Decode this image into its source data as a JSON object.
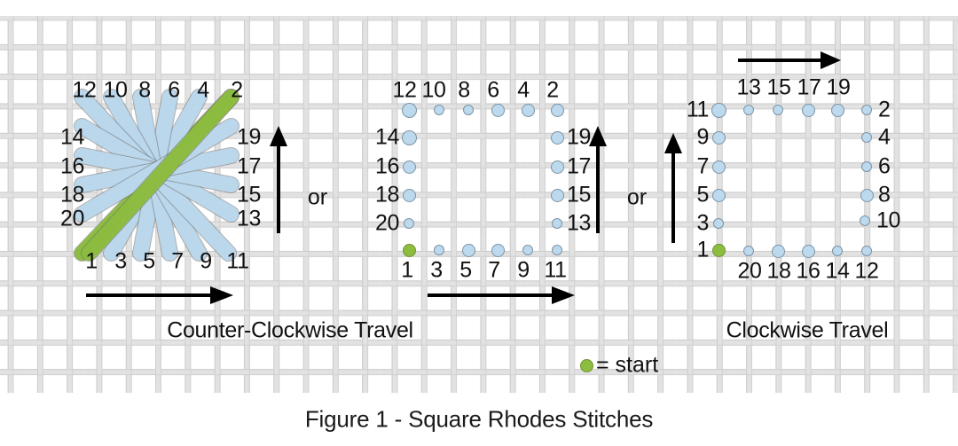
{
  "caption": "Figure 1 - Square Rhodes Stitches",
  "colors": {
    "stitch_blue": "#bcd9ee",
    "stitch_blue_outline": "#7d93a3",
    "start_green": "#8cbd3f",
    "start_green_outline": "#6d9430",
    "canvas_thread": "#d9d9d9",
    "text": "#111111",
    "background": "#ffffff"
  },
  "legend": {
    "dot_icon": "start-dot-icon",
    "text": "= start"
  },
  "panels": [
    {
      "id": "counter-clockwise",
      "title": "Counter-Clockwise Travel",
      "kind": "stitched-rosette",
      "top_numbers": [
        "12",
        "10",
        "8",
        "6",
        "4",
        "2"
      ],
      "bottom_numbers": [
        "1",
        "3",
        "5",
        "7",
        "9",
        "11"
      ],
      "left_numbers": [
        "14",
        "16",
        "18",
        "20"
      ],
      "right_numbers": [
        "19",
        "17",
        "15",
        "13"
      ],
      "arrows": [
        {
          "name": "horizontal-travel-arrow",
          "direction": "right"
        },
        {
          "name": "vertical-travel-arrow",
          "direction": "up"
        }
      ]
    },
    {
      "id": "counter-clockwise-dots",
      "title": "",
      "kind": "dot-grid",
      "top_numbers": [
        "12",
        "10",
        "8",
        "6",
        "4",
        "2"
      ],
      "bottom_numbers": [
        "1",
        "3",
        "5",
        "7",
        "9",
        "11"
      ],
      "left_numbers": [
        "14",
        "16",
        "18",
        "20"
      ],
      "right_numbers": [
        "19",
        "17",
        "15",
        "13"
      ],
      "arrows": [
        {
          "name": "horizontal-travel-arrow",
          "direction": "right"
        },
        {
          "name": "vertical-travel-arrow",
          "direction": "up"
        }
      ]
    },
    {
      "id": "clockwise-dots",
      "title": "Clockwise Travel",
      "kind": "dot-grid",
      "top_numbers": [
        "13",
        "15",
        "17",
        "19"
      ],
      "bottom_numbers": [
        "20",
        "18",
        "16",
        "14",
        "12"
      ],
      "left_numbers": [
        "11",
        "9",
        "7",
        "5",
        "3",
        "1"
      ],
      "right_numbers": [
        "2",
        "4",
        "6",
        "8",
        "10"
      ],
      "arrows": [
        {
          "name": "horizontal-travel-arrow",
          "direction": "right"
        },
        {
          "name": "vertical-travel-arrow",
          "direction": "up"
        }
      ]
    }
  ],
  "or_separators": [
    "or",
    "or"
  ],
  "chart_data": {
    "type": "diagram",
    "title": "Figure 1 - Square Rhodes Stitches",
    "stitch_count": 20,
    "panels": {
      "counter_clockwise_rosette": {
        "label": "Counter-Clockwise Travel",
        "hole_labels_top": [
          12,
          10,
          8,
          6,
          4,
          2
        ],
        "hole_labels_bottom": [
          1,
          3,
          5,
          7,
          9,
          11
        ],
        "hole_labels_left": [
          14,
          16,
          18,
          20
        ],
        "hole_labels_right": [
          19,
          17,
          15,
          13
        ],
        "start_hole": 1,
        "travel": "counter-clockwise"
      },
      "counter_clockwise_dots": {
        "hole_labels_top": [
          12,
          10,
          8,
          6,
          4,
          2
        ],
        "hole_labels_bottom": [
          1,
          3,
          5,
          7,
          9,
          11
        ],
        "hole_labels_left": [
          14,
          16,
          18,
          20
        ],
        "hole_labels_right": [
          19,
          17,
          15,
          13
        ],
        "start_hole": 1,
        "travel": "counter-clockwise"
      },
      "clockwise_dots": {
        "label": "Clockwise Travel",
        "hole_labels_top": [
          13,
          15,
          17,
          19
        ],
        "hole_labels_bottom": [
          20,
          18,
          16,
          14,
          12
        ],
        "hole_labels_left": [
          11,
          9,
          7,
          5,
          3,
          1
        ],
        "hole_labels_right": [
          2,
          4,
          6,
          8,
          10
        ],
        "start_hole": 1,
        "travel": "clockwise"
      }
    }
  }
}
